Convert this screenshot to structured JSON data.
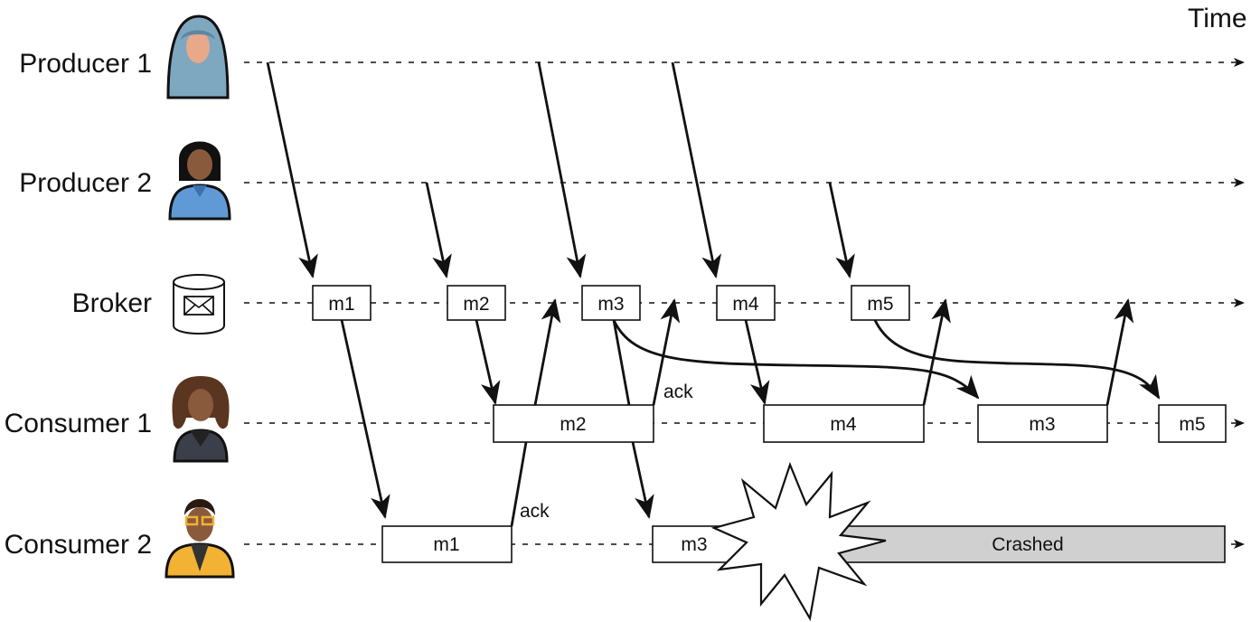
{
  "time_label": "Time",
  "roles": [
    {
      "name": "Producer 1",
      "icon": "producer-1-avatar-icon"
    },
    {
      "name": "Producer 2",
      "icon": "producer-2-avatar-icon"
    },
    {
      "name": "Broker",
      "icon": "message-queue-icon"
    },
    {
      "name": "Consumer 1",
      "icon": "consumer-1-avatar-icon"
    },
    {
      "name": "Consumer 2",
      "icon": "consumer-2-avatar-icon"
    }
  ],
  "broker_messages": [
    "m1",
    "m2",
    "m3",
    "m4",
    "m5"
  ],
  "consumer1_messages": [
    "m2",
    "m4",
    "m3",
    "m5"
  ],
  "consumer2_messages": [
    "m1",
    "m3"
  ],
  "ack_label_c1": "ack",
  "ack_label_c2": "ack",
  "crashed_label": "Crashed",
  "colors": {
    "line": "#111111",
    "crashed_fill": "#d0d0d0",
    "hijab": "#7ea7c0",
    "skin_light": "#e8a98b",
    "skin_dark": "#8a5a3c",
    "shirt_blue": "#5f9ad6",
    "jacket_dark": "#3a3f4a",
    "jacket_yellow": "#f2b233",
    "glasses": "#f2b233"
  }
}
